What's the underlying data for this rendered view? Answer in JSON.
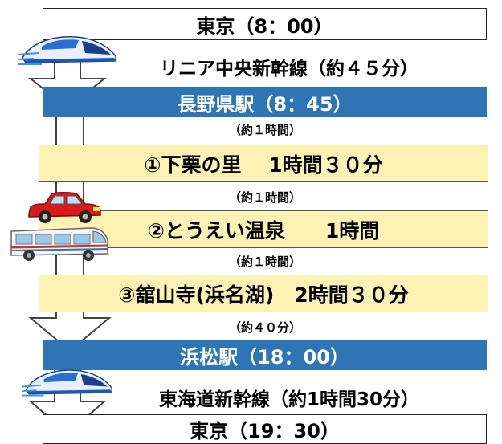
{
  "colors": {
    "station_bg": "#2e75b6",
    "stop_bg": "#fdf2b4",
    "arrow_fill": "#ffffff",
    "arrow_stroke": "#444444"
  },
  "icons": {
    "train": "bullet-train-icon",
    "car": "red-car-icon",
    "bus": "bus-icon"
  },
  "route": {
    "start": "東京（8：00）",
    "line1": "リニア中央新幹線（約４５分）",
    "station1": "長野県駅（8：45）",
    "gap1": "（約１時間）",
    "stop1": "①下栗の里　 1時間３０分",
    "gap2": "（約１時間）",
    "stop2": "②とうえい温泉　　1時間",
    "gap3": "（約１時間）",
    "stop3": "③舘山寺(浜名湖)　2時間３０分",
    "gap4": "（約４０分）",
    "station2": "浜松駅（18：00）",
    "line2": "東海道新幹線（約1時間30分）",
    "end": "東京（19：30）"
  }
}
